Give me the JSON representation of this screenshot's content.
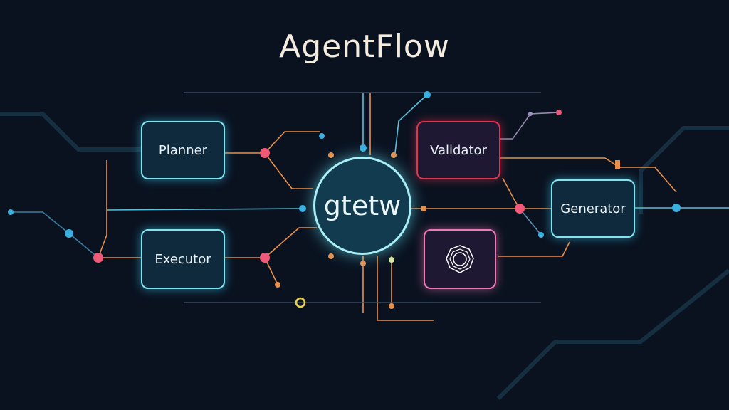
{
  "title": "AgentFlow",
  "hub": {
    "label": "gtetw"
  },
  "nodes": {
    "planner": "Planner",
    "executor": "Executor",
    "validator": "Validator",
    "generator": "Generator"
  },
  "colors": {
    "cyan": "#7fe3f0",
    "red": "#e2334f",
    "pink": "#f07ab8",
    "orange": "#e8904a",
    "background": "#0a1220"
  }
}
